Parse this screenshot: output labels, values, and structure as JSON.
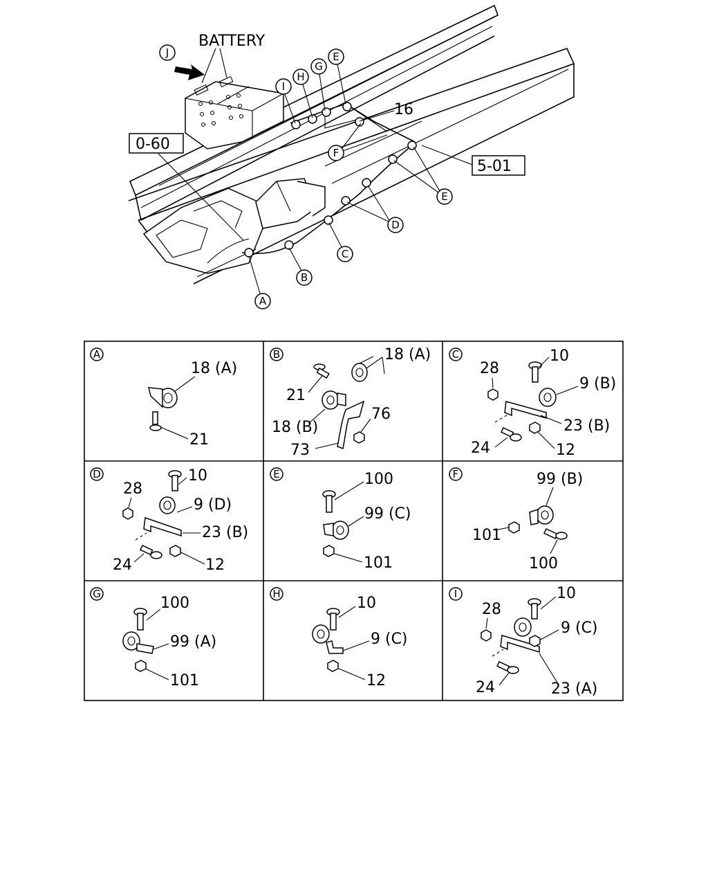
{
  "overview": {
    "battery_label": "BATTERY",
    "ref_boxes": {
      "ref_left": "0-60",
      "ref_right": "5-01"
    },
    "view_labels": {
      "J": "J",
      "I": "I",
      "H": "H",
      "G": "G",
      "E_top": "E",
      "E_right": "E",
      "F": "F",
      "D": "D",
      "C": "C",
      "B": "B",
      "A": "A"
    },
    "part_16": "16"
  },
  "panels": [
    {
      "id": "A",
      "parts": {
        "p1": "18 (A)",
        "p2": "21"
      }
    },
    {
      "id": "B",
      "parts": {
        "p1": "18 (A)",
        "p2": "21",
        "p3": "18 (B)",
        "p4": "76",
        "p5": "73"
      }
    },
    {
      "id": "C",
      "parts": {
        "p1": "10",
        "p2": "28",
        "p3": "9 (B)",
        "p4": "23 (B)",
        "p5": "24",
        "p6": "12"
      }
    },
    {
      "id": "D",
      "parts": {
        "p1": "10",
        "p2": "28",
        "p3": "9 (D)",
        "p4": "23 (B)",
        "p5": "24",
        "p6": "12"
      }
    },
    {
      "id": "E",
      "parts": {
        "p1": "100",
        "p2": "99 (C)",
        "p3": "101"
      }
    },
    {
      "id": "F",
      "parts": {
        "p1": "99 (B)",
        "p2": "101",
        "p3": "100"
      }
    },
    {
      "id": "G",
      "parts": {
        "p1": "100",
        "p2": "99 (A)",
        "p3": "101"
      }
    },
    {
      "id": "H",
      "parts": {
        "p1": "10",
        "p2": "9 (C)",
        "p3": "12"
      }
    },
    {
      "id": "I",
      "parts": {
        "p1": "10",
        "p2": "28",
        "p3": "9 (C)",
        "p4": "24",
        "p5": "23 (A)"
      }
    }
  ]
}
